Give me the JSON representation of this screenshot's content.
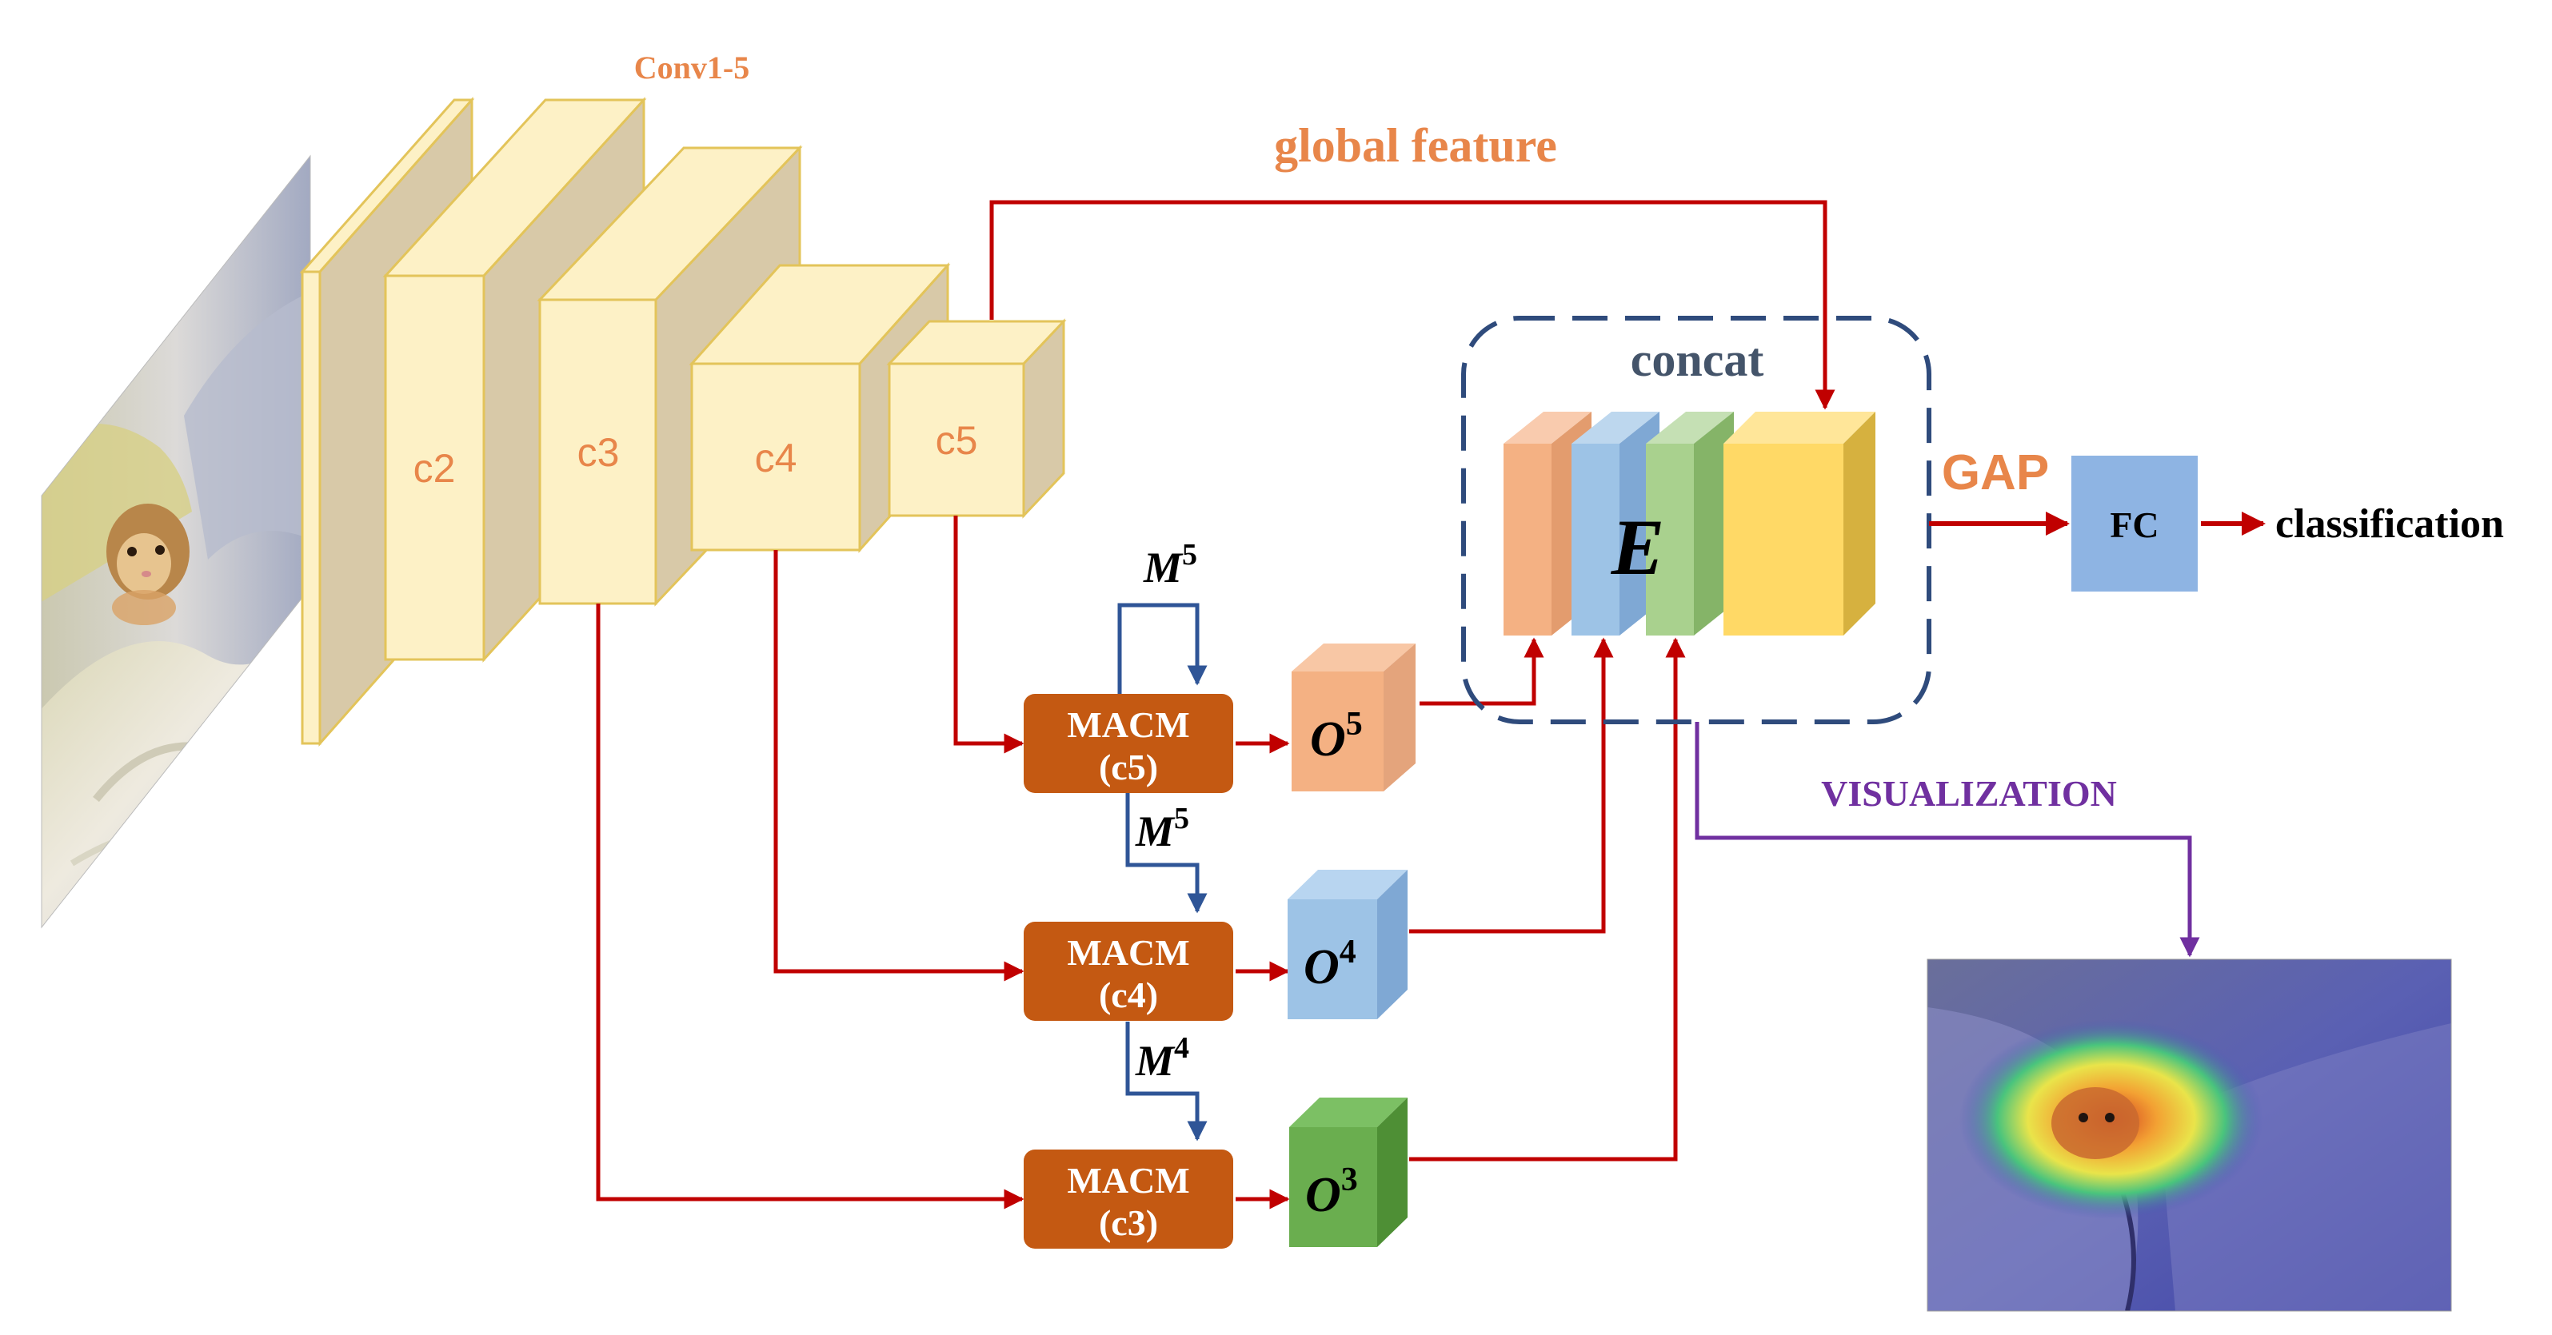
{
  "labels": {
    "conv_group": "Conv1-5",
    "c2": "c2",
    "c3": "c3",
    "c4": "c4",
    "c5": "c5",
    "global_feature": "global feature",
    "concat": "concat",
    "E": "E",
    "gap": "GAP",
    "fc": "FC",
    "classification": "classification",
    "visualization": "VISUALIZATION"
  },
  "macm_blocks": [
    {
      "line1": "MACM",
      "line2": "(c5)"
    },
    {
      "line1": "MACM",
      "line2": "(c4)"
    },
    {
      "line1": "MACM",
      "line2": "(c3)"
    }
  ],
  "m_labels": [
    {
      "base": "M",
      "sup": "5"
    },
    {
      "base": "M",
      "sup": "5"
    },
    {
      "base": "M",
      "sup": "4"
    }
  ],
  "o_labels": [
    {
      "base": "O",
      "sup": "5"
    },
    {
      "base": "O",
      "sup": "4"
    },
    {
      "base": "O",
      "sup": "3"
    }
  ],
  "colors": {
    "conv_face": "#FDF1C6",
    "conv_side": "#D8C9A8",
    "conv_stroke": "#E3C45A",
    "conv_label": "#E8864A",
    "macm": "#C45912",
    "arrow_red": "#C00000",
    "arrow_blue": "#2F5597",
    "arrow_purple": "#7030A0",
    "concat_border": "#2F4B7C",
    "feat_orange": "#F4B183",
    "feat_blue": "#9DC3E6",
    "feat_green": "#A9D18E",
    "feat_yellow": "#FFD966",
    "fc_box": "#8EB4E3"
  },
  "images": {
    "input": "hamster-in-blanket-photo",
    "output": "attention-heatmap-overlay"
  }
}
